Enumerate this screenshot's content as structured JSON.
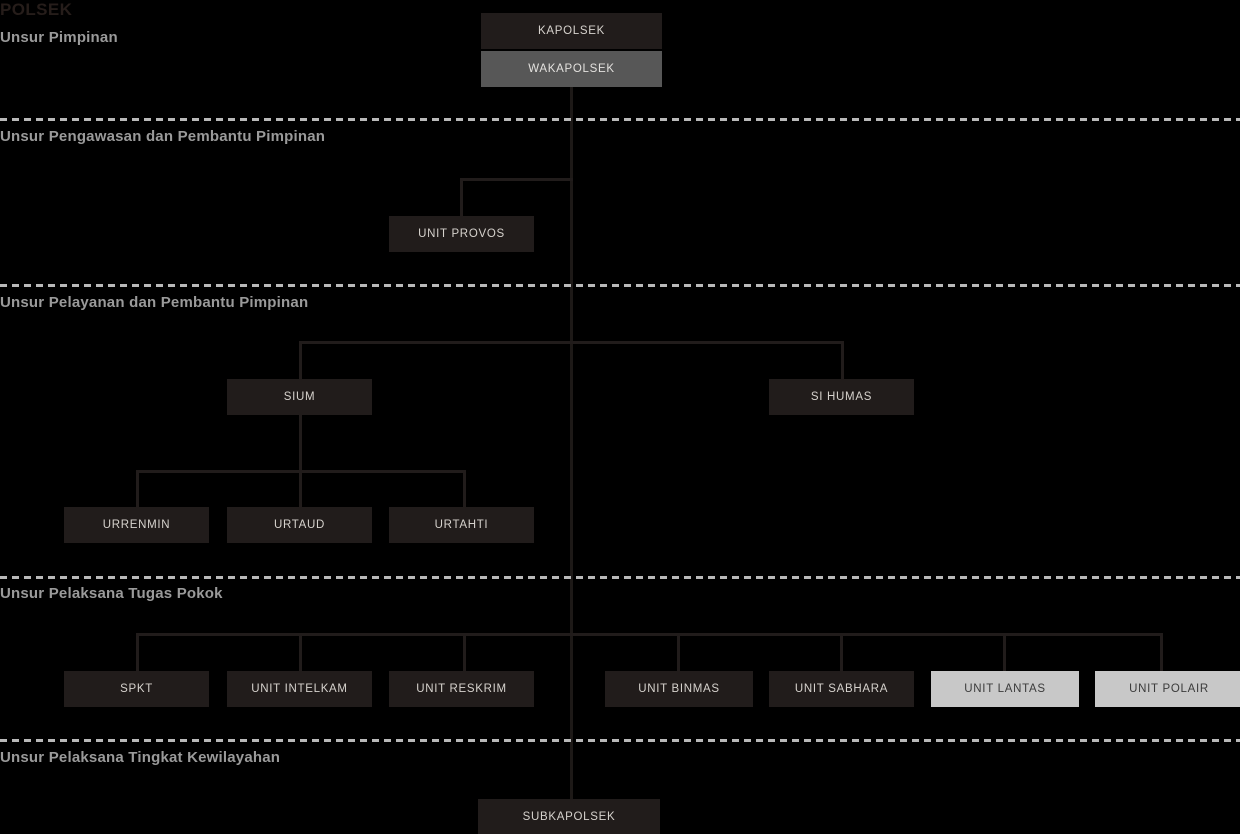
{
  "page": {
    "title": "POLSEK",
    "background_color": "#000000",
    "box_color_dark": "#211c1b",
    "box_color_gray": "#575757",
    "box_color_light": "#c8c8c8",
    "line_color": "#211c1b",
    "label_color": "#9a9a9a"
  },
  "sections": [
    {
      "label": "Unsur Pimpinan"
    },
    {
      "label": "Unsur Pengawasan dan Pembantu Pimpinan"
    },
    {
      "label": "Unsur Pelayanan dan Pembantu Pimpinan"
    },
    {
      "label": "Unsur Pelaksana Tugas Pokok"
    },
    {
      "label": "Unsur Pelaksana Tingkat Kewilayahan"
    }
  ],
  "nodes": {
    "kapolsek": "KAPOLSEK",
    "wakapolsek": "WAKAPOLSEK",
    "unit_provos": "UNIT PROVOS",
    "sium": "SIUM",
    "si_humas": "SI HUMAS",
    "urrenmin": "URRENMIN",
    "urtaud": "URTAUD",
    "urtahti": "URTAHTI",
    "spkt": "SPKT",
    "unit_intelkam": "UNIT INTELKAM",
    "unit_reskrim": "UNIT RESKRIM",
    "unit_binmas": "UNIT BINMAS",
    "unit_sabhara": "UNIT SABHARA",
    "unit_lantas": "UNIT LANTAS",
    "unit_polair": "UNIT POLAIR",
    "subkapolsek": "SUBKAPOLSEK"
  },
  "chart_data": {
    "type": "diagram",
    "title": "POLSEK",
    "levels": [
      {
        "section": "Unsur Pimpinan",
        "members": [
          "KAPOLSEK",
          "WAKAPOLSEK"
        ]
      },
      {
        "section": "Unsur Pengawasan dan Pembantu Pimpinan",
        "members": [
          "UNIT PROVOS"
        ]
      },
      {
        "section": "Unsur Pelayanan dan Pembantu Pimpinan",
        "members": [
          "SIUM",
          "SI HUMAS",
          "URRENMIN",
          "URTAUD",
          "URTAHTI"
        ]
      },
      {
        "section": "Unsur Pelaksana Tugas Pokok",
        "members": [
          "SPKT",
          "UNIT INTELKAM",
          "UNIT RESKRIM",
          "UNIT BINMAS",
          "UNIT SABHARA",
          "UNIT LANTAS",
          "UNIT POLAIR"
        ]
      },
      {
        "section": "Unsur Pelaksana Tingkat Kewilayahan",
        "members": [
          "SUBKAPOLSEK"
        ]
      }
    ],
    "edges": [
      {
        "from": "KAPOLSEK",
        "to": "WAKAPOLSEK"
      },
      {
        "from": "WAKAPOLSEK",
        "to": "UNIT PROVOS"
      },
      {
        "from": "WAKAPOLSEK",
        "to": "SIUM"
      },
      {
        "from": "WAKAPOLSEK",
        "to": "SI HUMAS"
      },
      {
        "from": "SIUM",
        "to": "URRENMIN"
      },
      {
        "from": "SIUM",
        "to": "URTAUD"
      },
      {
        "from": "SIUM",
        "to": "URTAHTI"
      },
      {
        "from": "WAKAPOLSEK",
        "to": "SPKT"
      },
      {
        "from": "WAKAPOLSEK",
        "to": "UNIT INTELKAM"
      },
      {
        "from": "WAKAPOLSEK",
        "to": "UNIT RESKRIM"
      },
      {
        "from": "WAKAPOLSEK",
        "to": "UNIT BINMAS"
      },
      {
        "from": "WAKAPOLSEK",
        "to": "UNIT SABHARA"
      },
      {
        "from": "WAKAPOLSEK",
        "to": "UNIT LANTAS"
      },
      {
        "from": "WAKAPOLSEK",
        "to": "UNIT POLAIR"
      },
      {
        "from": "WAKAPOLSEK",
        "to": "SUBKAPOLSEK"
      }
    ]
  }
}
